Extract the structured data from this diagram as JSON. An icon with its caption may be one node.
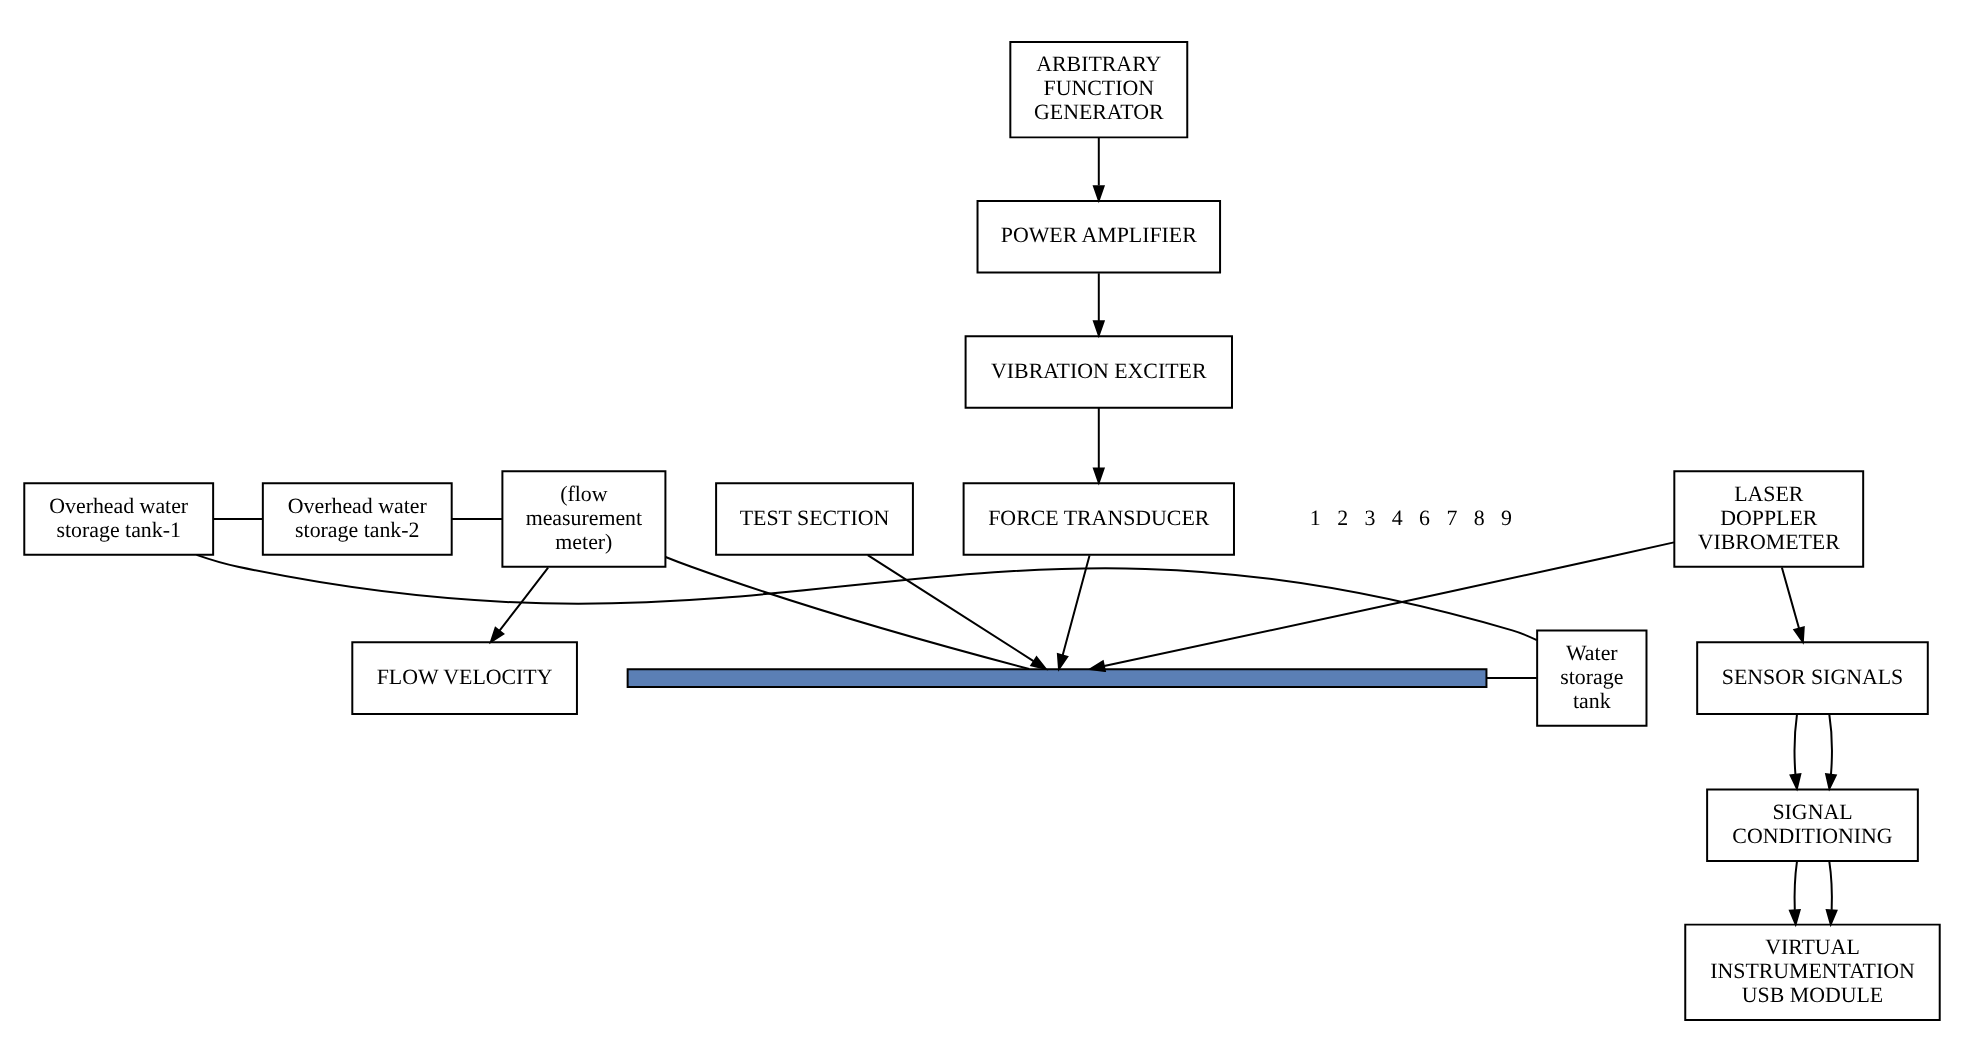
{
  "diagram": {
    "nodes": [
      {
        "text": [
          "Overhead water storage tank-1"
        ]
      },
      {
        "text": [
          "Overhead water storage tank-2"
        ]
      },
      {
        "text": [
          "(flow measurement meter)"
        ]
      },
      {
        "text": [],
        "shape": "bar"
      },
      {
        "text": [
          "TEST SECTION"
        ]
      },
      {
        "text": [
          "FLOW VELOCITY"
        ]
      },
      {
        "text": [
          "LASER DOPPLER VIBROMETER"
        ]
      },
      {
        "text": [
          "FORCE TRANSDUCER"
        ]
      },
      {
        "text": [
          "VIBRATION EXCITER"
        ]
      },
      {
        "text": [
          "SENSOR SIGNALS"
        ]
      },
      {
        "text": [
          "POWER AMPLIFIER"
        ]
      },
      {
        "text": [
          "SIGNAL CONDITIONING"
        ]
      },
      {
        "text": [
          "VIRTUAL INSTRUMENTATION USB MODULE"
        ]
      },
      {
        "text": [
          "ARBITRARY FUNCTION GENERATOR"
        ]
      },
      {
        "text": [
          "Water storage tank"
        ]
      }
    ],
    "edges": [
      {
        "from": 0,
        "to": 1,
        "arrow": "none"
      },
      {
        "from": 1,
        "to": 2,
        "arrow": "none"
      },
      {
        "from": 2,
        "to": 3,
        "arrow": "none"
      },
      {
        "from": 4,
        "to": 3,
        "arrow": "to"
      },
      {
        "from": 2,
        "to": 5,
        "arrow": "to"
      },
      {
        "from": 6,
        "to": 3,
        "arrow": "to"
      },
      {
        "from": 7,
        "to": 3,
        "arrow": "to"
      },
      {
        "from": 8,
        "to": 7,
        "arrow": "to"
      },
      {
        "from": 10,
        "to": 8,
        "arrow": "to"
      },
      {
        "from": 13,
        "to": 10,
        "arrow": "to"
      },
      {
        "from": 6,
        "to": 9,
        "arrow": "to"
      },
      {
        "from": 9,
        "to": 11,
        "arrow": "to"
      },
      {
        "from": 9,
        "to": 11,
        "arrow": "to"
      },
      {
        "from": 11,
        "to": 12,
        "arrow": "to"
      },
      {
        "from": 11,
        "to": 12,
        "arrow": "to"
      },
      {
        "from": 3,
        "to": 14,
        "arrow": "none"
      },
      {
        "from": 14,
        "to": 0,
        "arrow": "none"
      }
    ],
    "labels": [
      "1",
      "2",
      "3",
      "4",
      "6",
      "7",
      "8",
      "9"
    ]
  }
}
